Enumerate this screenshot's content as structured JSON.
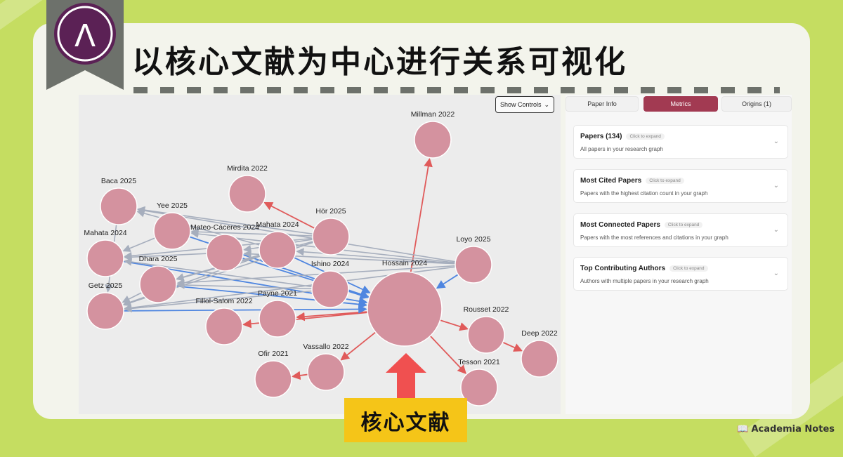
{
  "page_title": "以核心文献为中心进行关系可视化",
  "logo_glyph": "Λ",
  "core_label": "核心文献",
  "brand": "Academia Notes",
  "graph": {
    "show_controls_label": "Show Controls",
    "nodes": [
      {
        "label": "Millman 2022",
        "size": "small"
      },
      {
        "label": "Mirdita 2022",
        "size": "small"
      },
      {
        "label": "Baca 2025",
        "size": "small"
      },
      {
        "label": "Yee 2025",
        "size": "small"
      },
      {
        "label": "Mateo-Cáceres 2024",
        "size": "small"
      },
      {
        "label": "Mahata 2024",
        "size": "small"
      },
      {
        "label": "Hör 2025",
        "size": "small"
      },
      {
        "label": "Mahata 2024",
        "size": "small"
      },
      {
        "label": "Dhara 2025",
        "size": "small"
      },
      {
        "label": "Ishino 2024",
        "size": "small"
      },
      {
        "label": "Loyo 2025",
        "size": "small"
      },
      {
        "label": "Hossain 2024",
        "size": "large"
      },
      {
        "label": "Getz 2025",
        "size": "small"
      },
      {
        "label": "Payne 2021",
        "size": "small"
      },
      {
        "label": "Fillol-Salom 2022",
        "size": "small"
      },
      {
        "label": "Rousset 2022",
        "size": "small"
      },
      {
        "label": "Deep 2022",
        "size": "small"
      },
      {
        "label": "Vassallo 2022",
        "size": "small"
      },
      {
        "label": "Ofir 2021",
        "size": "small"
      },
      {
        "label": "Tesson 2021",
        "size": "small"
      }
    ]
  },
  "side_panel": {
    "tabs": [
      {
        "label": "Paper Info",
        "active": false
      },
      {
        "label": "Metrics",
        "active": true
      },
      {
        "label": "Origins (1)",
        "active": false
      }
    ],
    "metrics": [
      {
        "title": "Papers (134)",
        "badge": "Click to expand",
        "desc": "All papers in your research graph"
      },
      {
        "title": "Most Cited Papers",
        "badge": "Click to expand",
        "desc": "Papers with the highest citation count in your graph"
      },
      {
        "title": "Most Connected Papers",
        "badge": "Click to expand",
        "desc": "Papers with the most references and citations in your graph"
      },
      {
        "title": "Top Contributing Authors",
        "badge": "Click to expand",
        "desc": "Authors with multiple papers in your research graph"
      }
    ]
  },
  "colors": {
    "background": "#c5dd61",
    "node_fill": "#d4929f",
    "edge_red": "#e05a5a",
    "edge_blue": "#4f86e0",
    "edge_gray": "#a6aebd",
    "accent_tab": "#a23a52",
    "label_box": "#f5c518",
    "arrow": "#f05050",
    "logo_purple": "#5b2155"
  }
}
